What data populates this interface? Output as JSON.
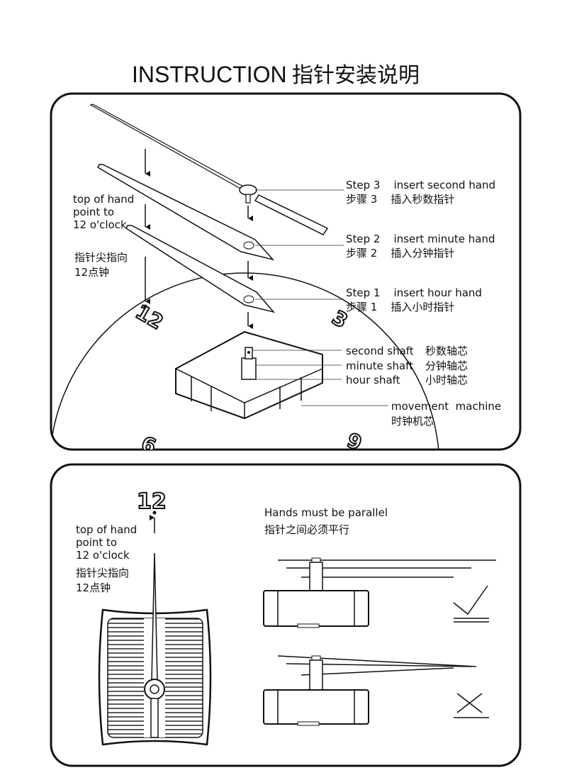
{
  "title": {
    "en": "INSTRUCTION",
    "zh": "指针安装说明"
  },
  "panel1": {
    "top_note_en": [
      "top of hand",
      "point to",
      "12 o'clock"
    ],
    "top_note_zh": [
      "指针尖指向",
      "12点钟"
    ],
    "steps": [
      {
        "en": "Step 3    insert second hand",
        "zh": "步骤 3    插入秒数指针"
      },
      {
        "en": "Step 2    insert minute hand",
        "zh": "步骤 2    插入分钟指针"
      },
      {
        "en": "Step 1    insert hour hand",
        "zh": "步骤 1    插入小时指针"
      }
    ],
    "shafts": [
      {
        "en": "second shaft",
        "zh": "秒数轴芯"
      },
      {
        "en": "minute shaft",
        "zh": "分钟轴芯"
      },
      {
        "en": "hour shaft",
        "zh": "小时轴芯"
      }
    ],
    "movement": {
      "en": "movement  machine",
      "zh": "时钟机芯"
    },
    "dial_numbers": [
      "12",
      "3",
      "9",
      "6"
    ]
  },
  "panel2": {
    "twelve": "12",
    "top_note_en": [
      "top of hand",
      "point to",
      "12 o'clock"
    ],
    "top_note_zh": [
      "指针尖指向",
      "12点钟"
    ],
    "parallel_en": "Hands must be parallel",
    "parallel_zh": "指针之间必须平行"
  }
}
